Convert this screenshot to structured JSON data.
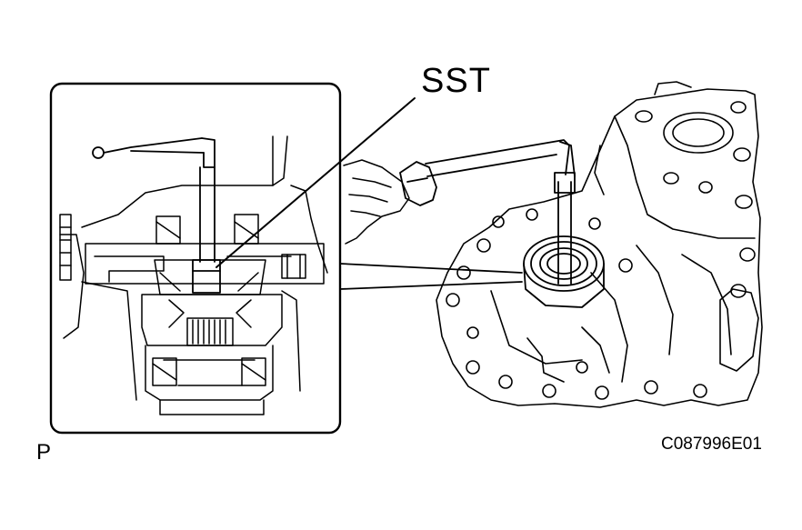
{
  "labels": {
    "tool": "SST",
    "corner_mark": "P",
    "figure_code": "C087996E01"
  },
  "colors": {
    "ink": "#000000",
    "paper": "#ffffff"
  }
}
